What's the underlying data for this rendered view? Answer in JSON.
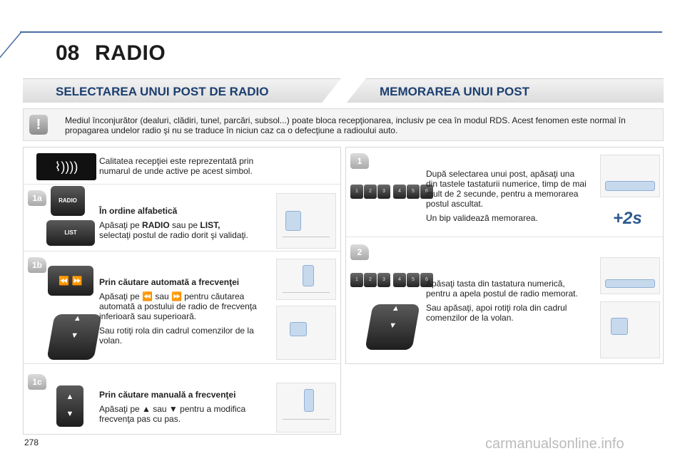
{
  "header": {
    "chapter_number": "08",
    "chapter_title": "RADIO"
  },
  "sections": {
    "left_title": "SELECTAREA UNUI POST DE RADIO",
    "right_title": "MEMORAREA UNUI POST"
  },
  "warning": {
    "icon": "exclamation-icon",
    "text": "Mediul înconjurător (dealuri, clădiri, tunel, parcări, subsol...) poate bloca recepţionarea, inclusiv pe cea în modul RDS. Acest fenomen este normal în propagarea undelor radio şi nu se traduce în niciun caz ca o defecţiune a radioului auto."
  },
  "signal": {
    "text": "Calitatea recepţiei este reprezentată prin numarul de unde active pe acest simbol.",
    "glyph": "⌇))))"
  },
  "step_1a": {
    "badge": "1a",
    "title": "În ordine alfabetică",
    "text_pre": "Apăsaţi pe ",
    "bold1": "RADIO",
    "text_mid": " sau pe ",
    "bold2": "LIST,",
    "text_post": "selectaţi postul de radio dorit şi validaţi.",
    "btn_radio": "RADIO",
    "btn_list": "LIST"
  },
  "step_1b": {
    "badge": "1b",
    "title": "Prin căutare automată a frecvenţei",
    "p1": "Apăsaţi pe ⏪ sau ⏩ pentru căutarea automată a postului de radio de frecvenţa inferioară sau superioară.",
    "p2": "Sau rotiţi rola din cadrul comenzilor de la volan."
  },
  "step_1c": {
    "badge": "1c",
    "title": "Prin căutare manuală a frecvenţei",
    "p1": "Apăsaţi pe ▲ sau ▼ pentru a modifica frecvenţa pas cu pas."
  },
  "mem_1": {
    "badge": "1",
    "p1": "După selectarea unui post, apăsaţi una din tastele tastaturii numerice, timp de mai mult de 2 secunde, pentru a memorarea postul ascultat.",
    "p2": "Un bip validează memorarea.",
    "hold": "+2s"
  },
  "mem_2": {
    "badge": "2",
    "p1": "Apăsaţi tasta din tastatura numerică, pentru a apela postul de radio memorat.",
    "p2": "Sau apăsaţi, apoi rotiţi rola din cadrul comenzilor de la volan."
  },
  "keypad_keys": [
    "1",
    "2",
    "3",
    "4",
    "5",
    "6"
  ],
  "footer": {
    "page": "278",
    "watermark": "carmanualsonline.info"
  },
  "colors": {
    "accent": "#4a6fa5",
    "section_title": "#1c3f70"
  }
}
